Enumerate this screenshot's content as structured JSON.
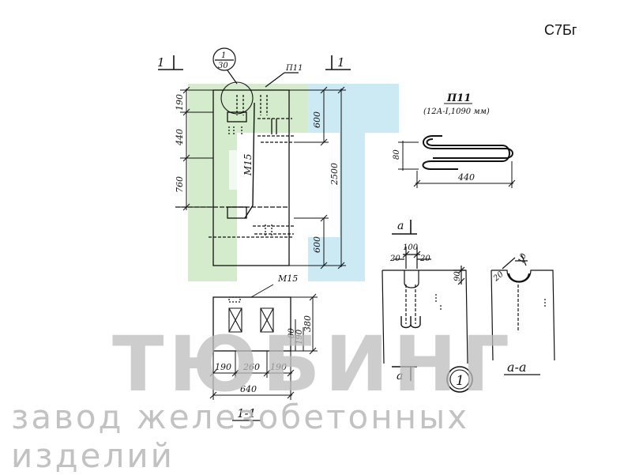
{
  "title_code": "С7Бг",
  "section_marks": {
    "left": "1",
    "right": "1",
    "detail_top": "1",
    "detail_bottom": "30"
  },
  "elevation": {
    "label_anchor": "П11",
    "label_loop": "М15",
    "dims_left": [
      "190",
      "440",
      "760"
    ],
    "dims_right": [
      "600",
      "2500",
      "600"
    ]
  },
  "detail_p11": {
    "title": "П11",
    "spec": "(12А-I,1090 мм)",
    "dim_height": "80",
    "dim_length": "440"
  },
  "section_11": {
    "label_loop": "М15",
    "dims_bottom": [
      "190",
      "260",
      "190"
    ],
    "dim_total": "640",
    "dims_right": [
      "80",
      "190",
      "380"
    ],
    "caption": "1-1"
  },
  "section_aa": {
    "mark": "а",
    "dim_top": "100",
    "dims_small": [
      "20",
      "20"
    ],
    "dim_right": "90",
    "dim_angle": "20",
    "dim_radius": "10",
    "caption": "а-а",
    "sheet_number": "1"
  },
  "watermark": {
    "brand": "ТЮБИНГ",
    "tagline": "завод железобетонных изделий",
    "colors": {
      "green": "#cfe9c6",
      "blue": "#c7e8f3",
      "text": "#bdbdbd"
    }
  }
}
